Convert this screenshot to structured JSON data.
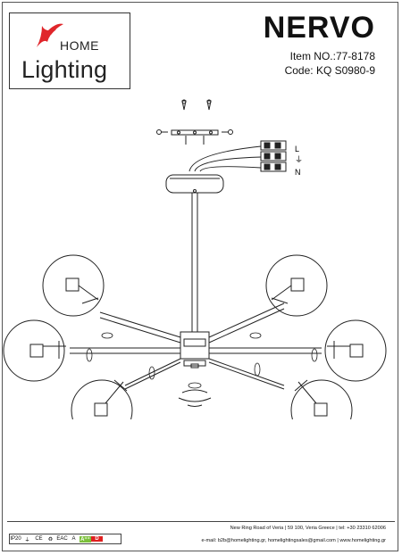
{
  "brand": {
    "home": "HOME",
    "lighting": "Lighting",
    "accent_color": "#e0262b"
  },
  "product": {
    "name": "NERVO",
    "item_no": "Item NO.:77-8178",
    "code": "Code:  KQ S0980-9"
  },
  "wiring_labels": {
    "live": "L",
    "earth": "⏚",
    "neutral": "N"
  },
  "certifications": [
    "IP20",
    "⏚",
    "CE",
    "♻",
    "EAC",
    "A",
    "A⁺⁺",
    "D"
  ],
  "footer": {
    "address": "New Ring Road of Veria | 59 100, Veria Greece | tel: +30 23310 62006",
    "contacts": "e-mail: b2b@homelighting.gr, homelightingsales@gmail.com | www.homelighting.gr"
  }
}
